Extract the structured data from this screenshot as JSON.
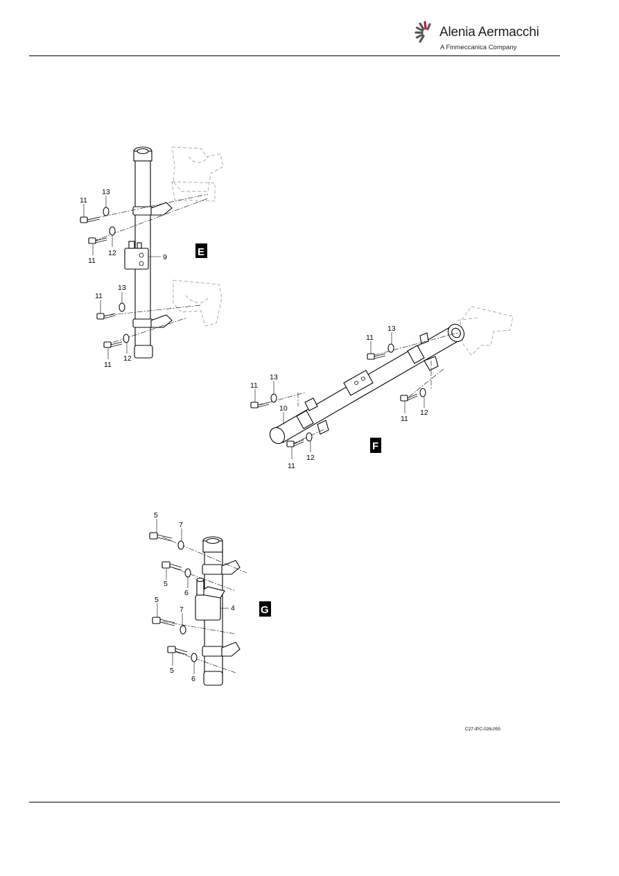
{
  "header": {
    "brand_name": "Alenia Aermacchi",
    "brand_tagline": "A Finmeccanica Company",
    "logo_icon": "alenia-aermacchi-logo-icon",
    "accent_color": "#c8102e"
  },
  "views": {
    "e": {
      "label": "E",
      "callouts": [
        "11",
        "13",
        "11",
        "12",
        "9",
        "13",
        "11",
        "11",
        "12"
      ]
    },
    "f": {
      "label": "F",
      "callouts": [
        "13",
        "11",
        "11",
        "13",
        "10",
        "11",
        "12",
        "11",
        "12"
      ]
    },
    "g": {
      "label": "G",
      "callouts": [
        "5",
        "7",
        "5",
        "6",
        "4",
        "5",
        "7",
        "5",
        "6"
      ]
    }
  },
  "figure_reference": "C27-IPC-028-055"
}
